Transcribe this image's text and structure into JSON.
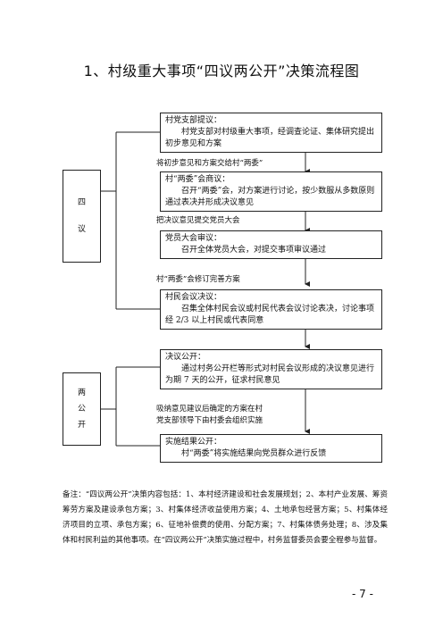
{
  "title": "1、村级重大事项“四议两公开”决策流程图",
  "groups": {
    "si_yi": [
      "四",
      "议"
    ],
    "liang_gong_kai": [
      "两",
      "公",
      "开"
    ]
  },
  "steps": [
    {
      "head": "村党支部提议：",
      "body": "村党支部对村级重大事项，经调查论证、集体研究提出初步意见和方案"
    },
    {
      "head": "村“两委”会商议：",
      "body": "召开“两委”会，对方案进行讨论，按少数服从多数原则通过表决并形成决议意见"
    },
    {
      "head": "党员大会审议：",
      "body": "召开全体党员大会，对提交事项审议通过"
    },
    {
      "head": "村民会议决议：",
      "body": "召集全体村民会议或村民代表会议讨论表决，讨论事项经 2/3 以上村民或代表同意"
    },
    {
      "head": "决议公开：",
      "body": "通过村务公开栏等形式对村民会议形成的决议意见进行为期 7 天的公开，征求村民意见"
    },
    {
      "head": "实施结果公开：",
      "body": "村“两委”将实施结果向党员群众进行反馈"
    }
  ],
  "transitions": [
    "将初步意见和方案交给村“两委”",
    "把决议意见提交党员大会",
    "村“两委”会修订完善方案",
    "吸纳意见建议后确定的方案在村",
    "党支部领导下由村委会组织实施"
  ],
  "note": "备注：“四议两公开”决策内容包括：1、本村经济建设和社会发展规划；2、本村产业发展、筹资筹劳方案及建设承包方案；3、村集体经济收益使用方案；4、土地承包经营方案；5、村集体经济项目的立项、承包方案；6、征地补偿费的使用、分配方案；7、村集体债务处理；8、涉及集体和村民利益的其他事项。在“四议两公开”决策实施过程中，村务监督委员会要全程参与监督。",
  "page_number": "- 7 -"
}
